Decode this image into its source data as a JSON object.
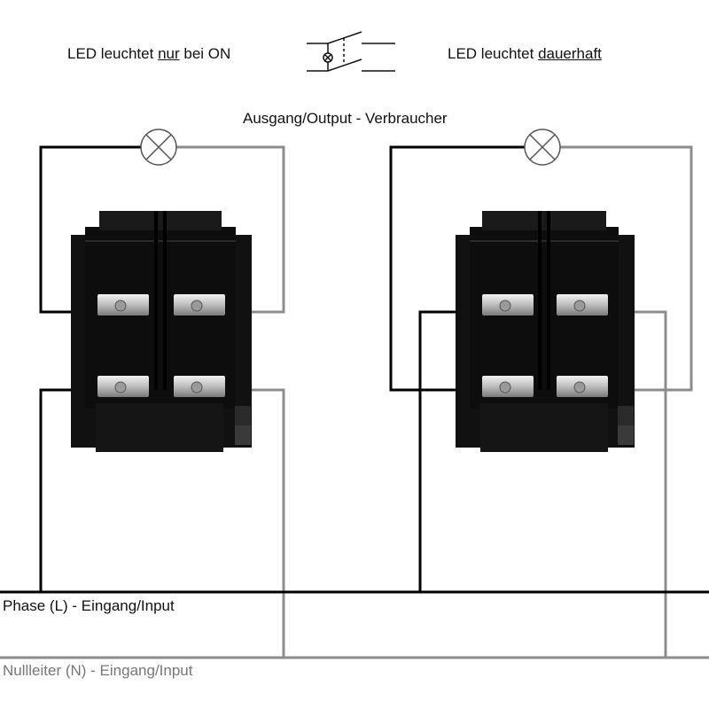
{
  "header": {
    "left_caption_prefix": "LED leuchtet ",
    "left_caption_emphasis": "nur",
    "left_caption_suffix": " bei ON",
    "right_caption_prefix": "LED leuchtet ",
    "right_caption_emphasis": "dauerhaft",
    "switch_symbol_icon": "switch-with-lamp-symbol"
  },
  "output_label": "Ausgang/Output - Verbraucher",
  "phase_label": "Phase (L) - Eingang/Input",
  "neutral_label": "Nullleiter (N) - Eingang/Input",
  "colors": {
    "phase_wire": "#000000",
    "neutral_wire": "#8c8c8c",
    "switch_body": "#111111",
    "terminal": "#c9c9c9"
  },
  "switches": [
    {
      "mode": "LED leuchtet nur bei ON",
      "lamp_icon": "lamp-icon"
    },
    {
      "mode": "LED leuchtet dauerhaft",
      "lamp_icon": "lamp-icon"
    }
  ]
}
